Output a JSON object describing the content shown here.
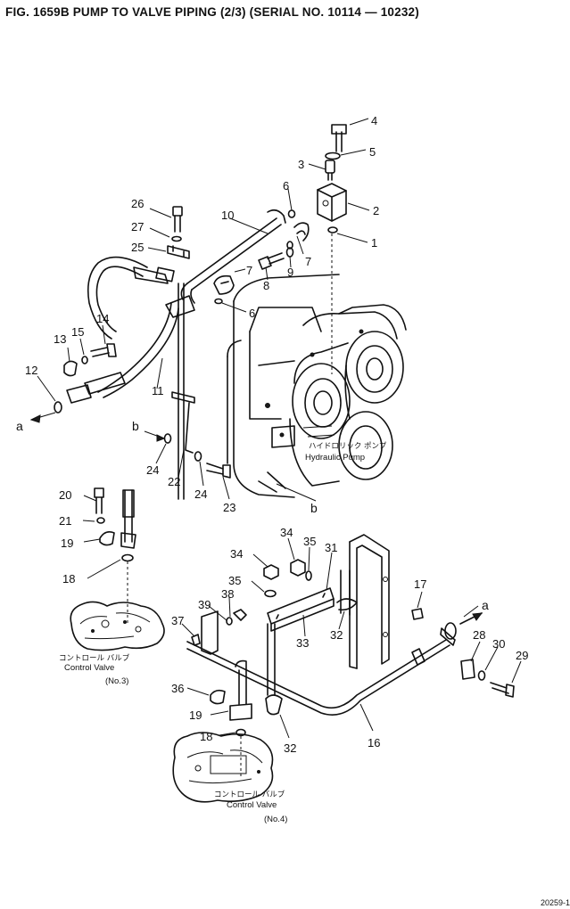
{
  "title": "FIG. 1659B  PUMP TO VALVE PIPING (2/3) (SERIAL NO. 10114 — 10232)",
  "labels": {
    "pump_jp": "ハイドロリック ポンプ",
    "pump_en": "Hydraulic Pump",
    "cv3_jp": "コントロール バルブ",
    "cv3_en": "Control Valve",
    "cv3_no": "(No.3)",
    "cv4_jp": "コントロール バルブ",
    "cv4_en": "Control Valve",
    "cv4_no": "(No.4)",
    "ref_a": "a",
    "ref_b": "b"
  },
  "parts": [
    "1",
    "2",
    "3",
    "4",
    "5",
    "6",
    "7",
    "8",
    "9",
    "10",
    "11",
    "12",
    "13",
    "14",
    "15",
    "16",
    "17",
    "18",
    "19",
    "20",
    "21",
    "22",
    "23",
    "24",
    "25",
    "26",
    "27",
    "28",
    "29",
    "30",
    "31",
    "32",
    "33",
    "34",
    "35",
    "36",
    "37",
    "38",
    "39"
  ],
  "corner_code": "20259-1"
}
